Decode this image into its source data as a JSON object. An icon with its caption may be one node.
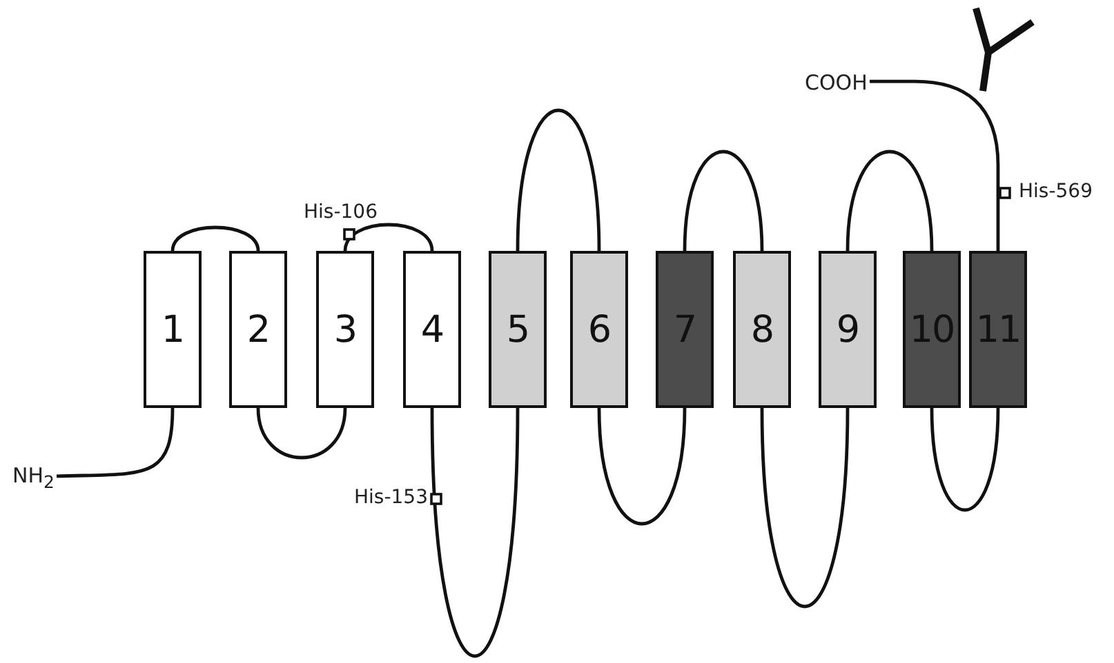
{
  "diagram": {
    "nodes": [
      {
        "text": [
          "NH$_{2}$"
        ]
      },
      {
        "text": [
          "1"
        ]
      },
      {
        "text": [
          "2"
        ]
      },
      {
        "text": [
          "3"
        ]
      },
      {
        "text": [
          "4"
        ]
      },
      {
        "text": [
          "5"
        ]
      },
      {
        "text": [
          "6"
        ]
      },
      {
        "text": [
          "7"
        ]
      },
      {
        "text": [
          "8"
        ]
      },
      {
        "text": [
          "9"
        ]
      },
      {
        "text": [
          "10"
        ]
      },
      {
        "text": [
          "11"
        ]
      },
      {
        "text": [
          "COOH"
        ]
      }
    ],
    "edges": [
      {
        "from": 0,
        "to": 1,
        "arrow": "none"
      },
      {
        "from": 1,
        "to": 2,
        "arrow": "none"
      },
      {
        "from": 2,
        "to": 3,
        "arrow": "none"
      },
      {
        "from": 3,
        "to": 4,
        "arrow": "none"
      },
      {
        "from": 4,
        "to": 5,
        "arrow": "none"
      },
      {
        "from": 5,
        "to": 6,
        "arrow": "none"
      },
      {
        "from": 6,
        "to": 7,
        "arrow": "none"
      },
      {
        "from": 7,
        "to": 8,
        "arrow": "none"
      },
      {
        "from": 8,
        "to": 9,
        "arrow": "none"
      },
      {
        "from": 9,
        "to": 10,
        "arrow": "none"
      },
      {
        "from": 10,
        "to": 11,
        "arrow": "none"
      },
      {
        "from": 11,
        "to": 12,
        "arrow": "none"
      }
    ],
    "labels": [
      "His-106",
      "His-153",
      "His-569"
    ]
  }
}
